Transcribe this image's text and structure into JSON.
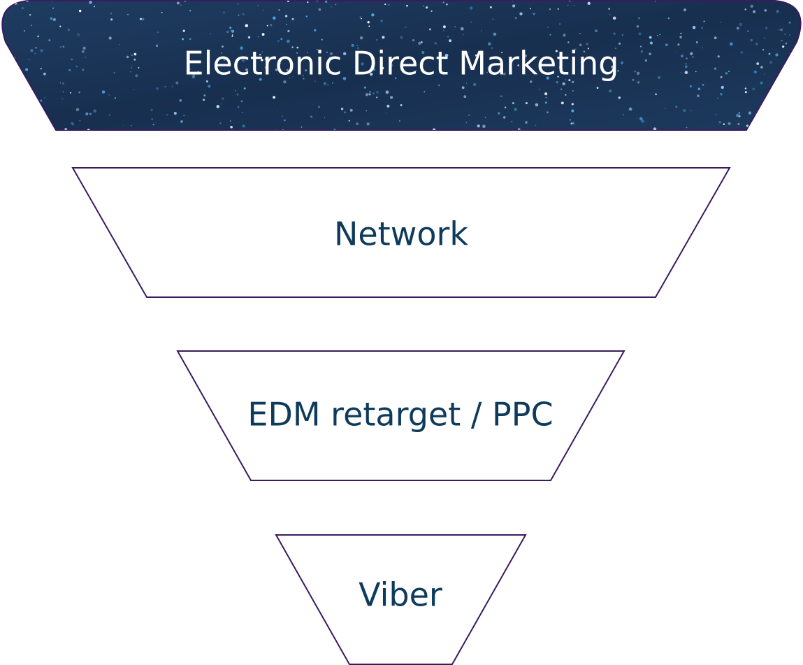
{
  "funnel": {
    "stages": [
      {
        "label": "Electronic Direct Marketing"
      },
      {
        "label": "Network"
      },
      {
        "label": "EDM retarget / PPC"
      },
      {
        "label": "Viber"
      }
    ]
  },
  "colors": {
    "outline": "#3b1a5e",
    "text": "#0e3b5c",
    "top_fill": "#1a3556"
  }
}
